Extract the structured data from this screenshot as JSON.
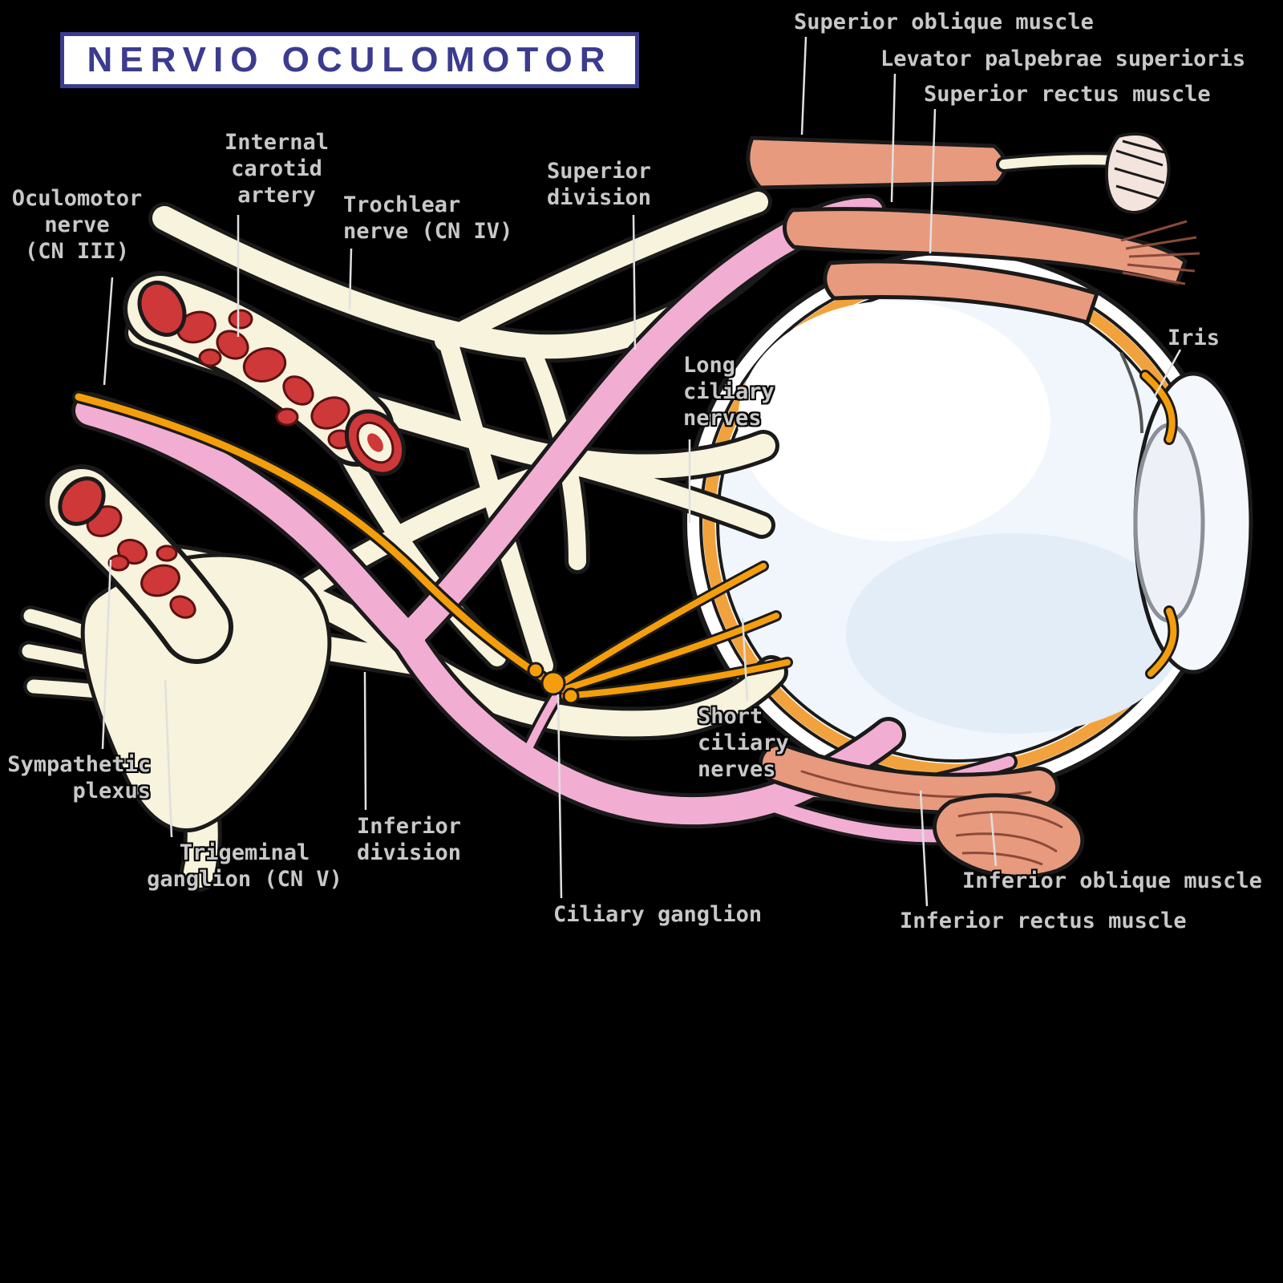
{
  "title": "NERVIO OCULOMOTOR",
  "labels": {
    "superior_oblique_muscle": "Superior oblique muscle",
    "levator_palpebrae": "Levator palpebrae superioris",
    "superior_rectus_muscle": "Superior rectus muscle",
    "internal_carotid_artery": "Internal\ncarotid\nartery",
    "trochlear_nerve": "Trochlear\nnerve (CN IV)",
    "superior_division": "Superior\ndivision",
    "oculomotor_nerve": "Oculomotor\nnerve\n(CN III)",
    "long_ciliary_nerves": "Long\nciliary\nnerves",
    "iris": "Iris",
    "sympathetic_plexus": "Sympathetic\nplexus",
    "trigeminal_ganglion": "Trigeminal\nganglion (CN V)",
    "inferior_division": "Inferior\ndivision",
    "ciliary_ganglion": "Ciliary ganglion",
    "short_ciliary_nerves": "Short\nciliary\nnerves",
    "inferior_oblique_muscle": "Inferior oblique muscle",
    "inferior_rectus_muscle": "Inferior rectus muscle"
  },
  "colors": {
    "background": "#000000",
    "nerve_pink": "#f2aed2",
    "nerve_cream": "#f7f3dc",
    "sympathetic_orange": "#f59e0b",
    "muscle_salmon": "#e89a7e",
    "artery_red": "#cf3838",
    "eye_ring_orange": "#f2a23c",
    "label_gray": "#c8c8c8",
    "title_blue": "#3b3b8f"
  }
}
